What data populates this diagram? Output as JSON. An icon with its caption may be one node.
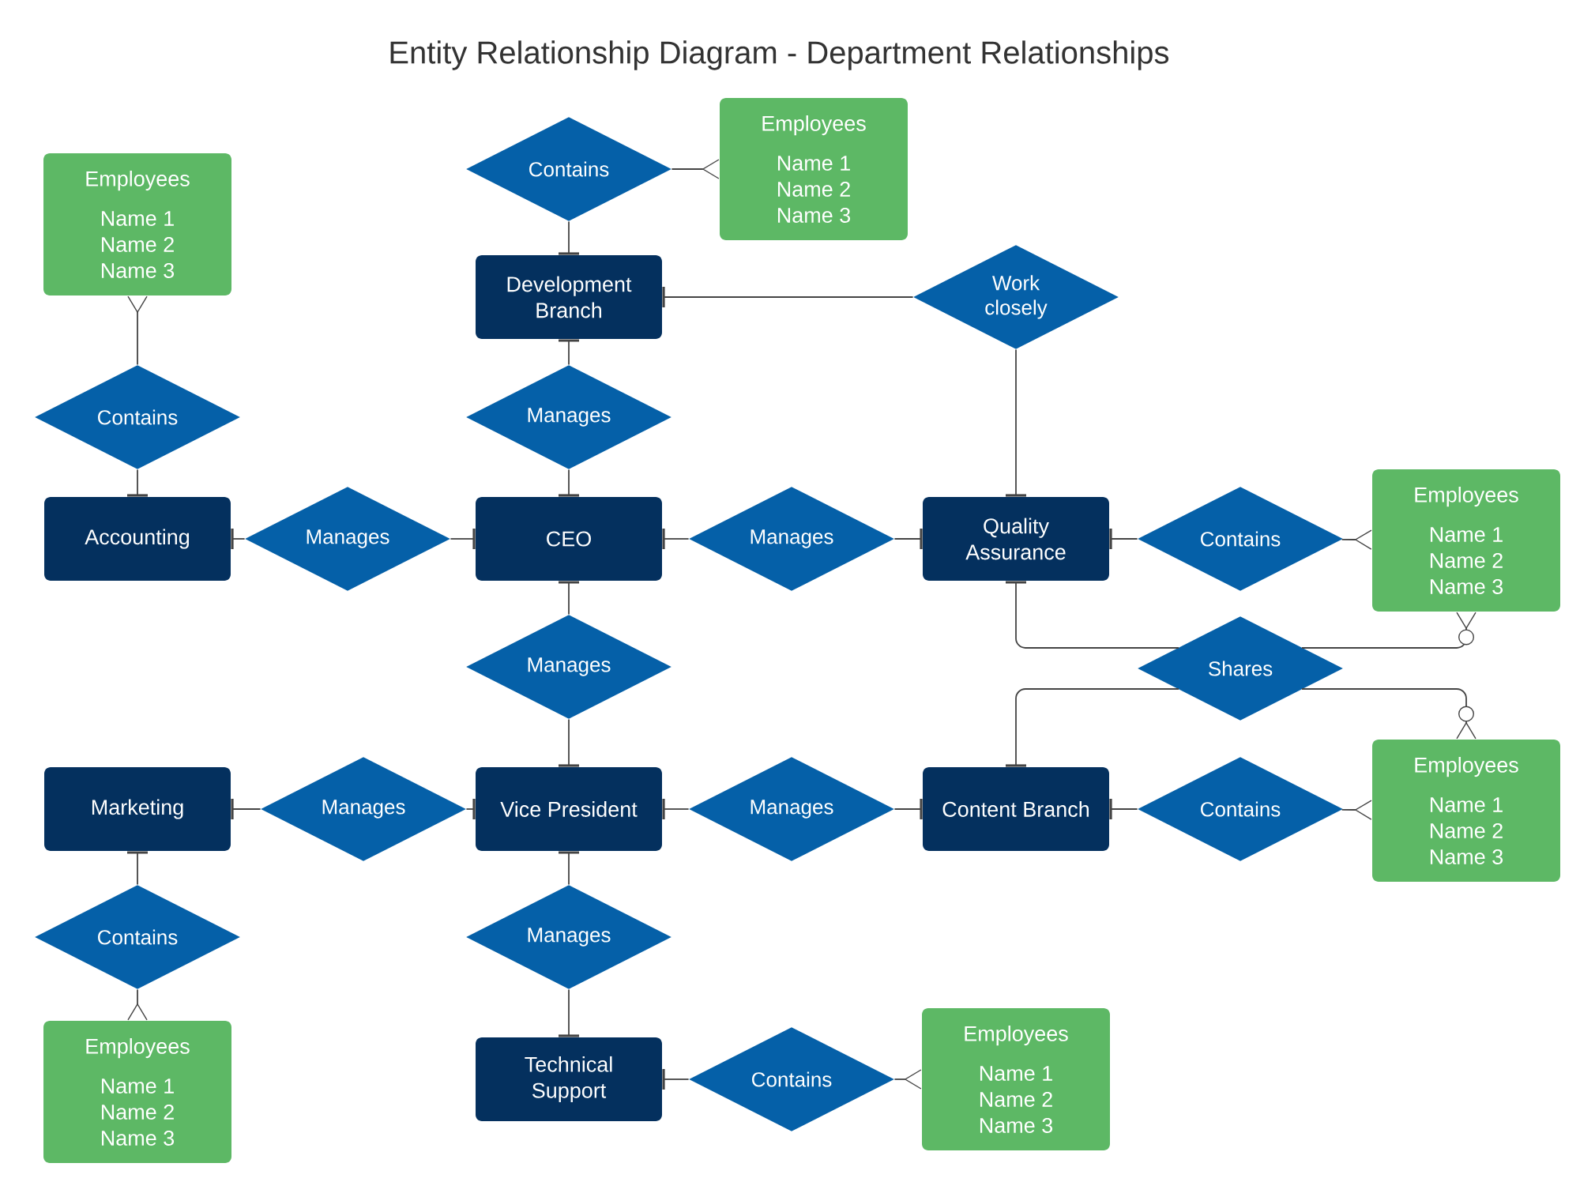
{
  "diagram": {
    "title": "Entity Relationship Diagram - Department Relationships",
    "nodes": [
      {
        "text": [
          "Contains"
        ]
      },
      {
        "text": [
          "Employees",
          "Name 1 Name 2 Name 3"
        ]
      },
      {
        "text": [
          "Employees",
          "Name 1 Name 2 Name 3"
        ]
      },
      {
        "text": [
          "Development Branch"
        ]
      },
      {
        "text": [
          "Work closely"
        ]
      },
      {
        "text": [
          "Contains"
        ]
      },
      {
        "text": [
          "Manages"
        ]
      },
      {
        "text": [
          "Accounting"
        ]
      },
      {
        "text": [
          "Manages"
        ]
      },
      {
        "text": [
          "CEO"
        ]
      },
      {
        "text": [
          "Manages"
        ]
      },
      {
        "text": [
          "Quality Assurance"
        ]
      },
      {
        "text": [
          "Contains"
        ]
      },
      {
        "text": [
          "Employees",
          "Name 1 Name 2 Name 3"
        ]
      },
      {
        "text": [
          "Manages"
        ]
      },
      {
        "text": [
          "Shares"
        ]
      },
      {
        "text": [
          "Marketing"
        ]
      },
      {
        "text": [
          "Manages"
        ]
      },
      {
        "text": [
          "Vice President"
        ]
      },
      {
        "text": [
          "Manages"
        ]
      },
      {
        "text": [
          "Content Branch"
        ]
      },
      {
        "text": [
          "Contains"
        ]
      },
      {
        "text": [
          "Employees",
          "Name 1 Name 2 Name 3"
        ]
      },
      {
        "text": [
          "Contains"
        ]
      },
      {
        "text": [
          "Manages"
        ]
      },
      {
        "text": [
          "Employees",
          "Name 1 Name 2 Name 3"
        ]
      },
      {
        "text": [
          "Technical Support"
        ]
      },
      {
        "text": [
          "Contains"
        ]
      },
      {
        "text": [
          "Employees",
          "Name 1 Name 2 Name 3"
        ]
      }
    ],
    "edges": [
      {
        "from": 0,
        "to": 3,
        "arrow": "other"
      },
      {
        "from": 0,
        "to": 1,
        "arrow": "other"
      },
      {
        "from": 4,
        "to": 3,
        "arrow": "other"
      },
      {
        "from": 4,
        "to": 11,
        "arrow": "other"
      },
      {
        "from": 5,
        "to": 2,
        "arrow": "other"
      },
      {
        "from": 5,
        "to": 7,
        "arrow": "other"
      },
      {
        "from": 6,
        "to": 3,
        "arrow": "other"
      },
      {
        "from": 6,
        "to": 9,
        "arrow": "other"
      },
      {
        "from": 8,
        "to": 7,
        "arrow": "other"
      },
      {
        "from": 8,
        "to": 9,
        "arrow": "other"
      },
      {
        "from": 10,
        "to": 9,
        "arrow": "other"
      },
      {
        "from": 10,
        "to": 11,
        "arrow": "other"
      },
      {
        "from": 12,
        "to": 11,
        "arrow": "other"
      },
      {
        "from": 12,
        "to": 13,
        "arrow": "other"
      },
      {
        "from": 14,
        "to": 9,
        "arrow": "other"
      },
      {
        "from": 14,
        "to": 18,
        "arrow": "other"
      },
      {
        "from": 15,
        "to": 11,
        "arrow": "other"
      },
      {
        "from": 15,
        "to": 13,
        "arrow": "other"
      },
      {
        "from": 15,
        "to": 20,
        "arrow": "other"
      },
      {
        "from": 15,
        "to": 22,
        "arrow": "other"
      },
      {
        "from": 17,
        "to": 16,
        "arrow": "other"
      },
      {
        "from": 17,
        "to": 18,
        "arrow": "other"
      },
      {
        "from": 19,
        "to": 18,
        "arrow": "other"
      },
      {
        "from": 19,
        "to": 20,
        "arrow": "other"
      },
      {
        "from": 21,
        "to": 20,
        "arrow": "other"
      },
      {
        "from": 21,
        "to": 22,
        "arrow": "other"
      },
      {
        "from": 23,
        "to": 16,
        "arrow": "other"
      },
      {
        "from": 23,
        "to": 25,
        "arrow": "other"
      },
      {
        "from": 24,
        "to": 18,
        "arrow": "other"
      },
      {
        "from": 24,
        "to": 26,
        "arrow": "other"
      },
      {
        "from": 27,
        "to": 26,
        "arrow": "other"
      },
      {
        "from": 27,
        "to": 28,
        "arrow": "other"
      }
    ]
  }
}
